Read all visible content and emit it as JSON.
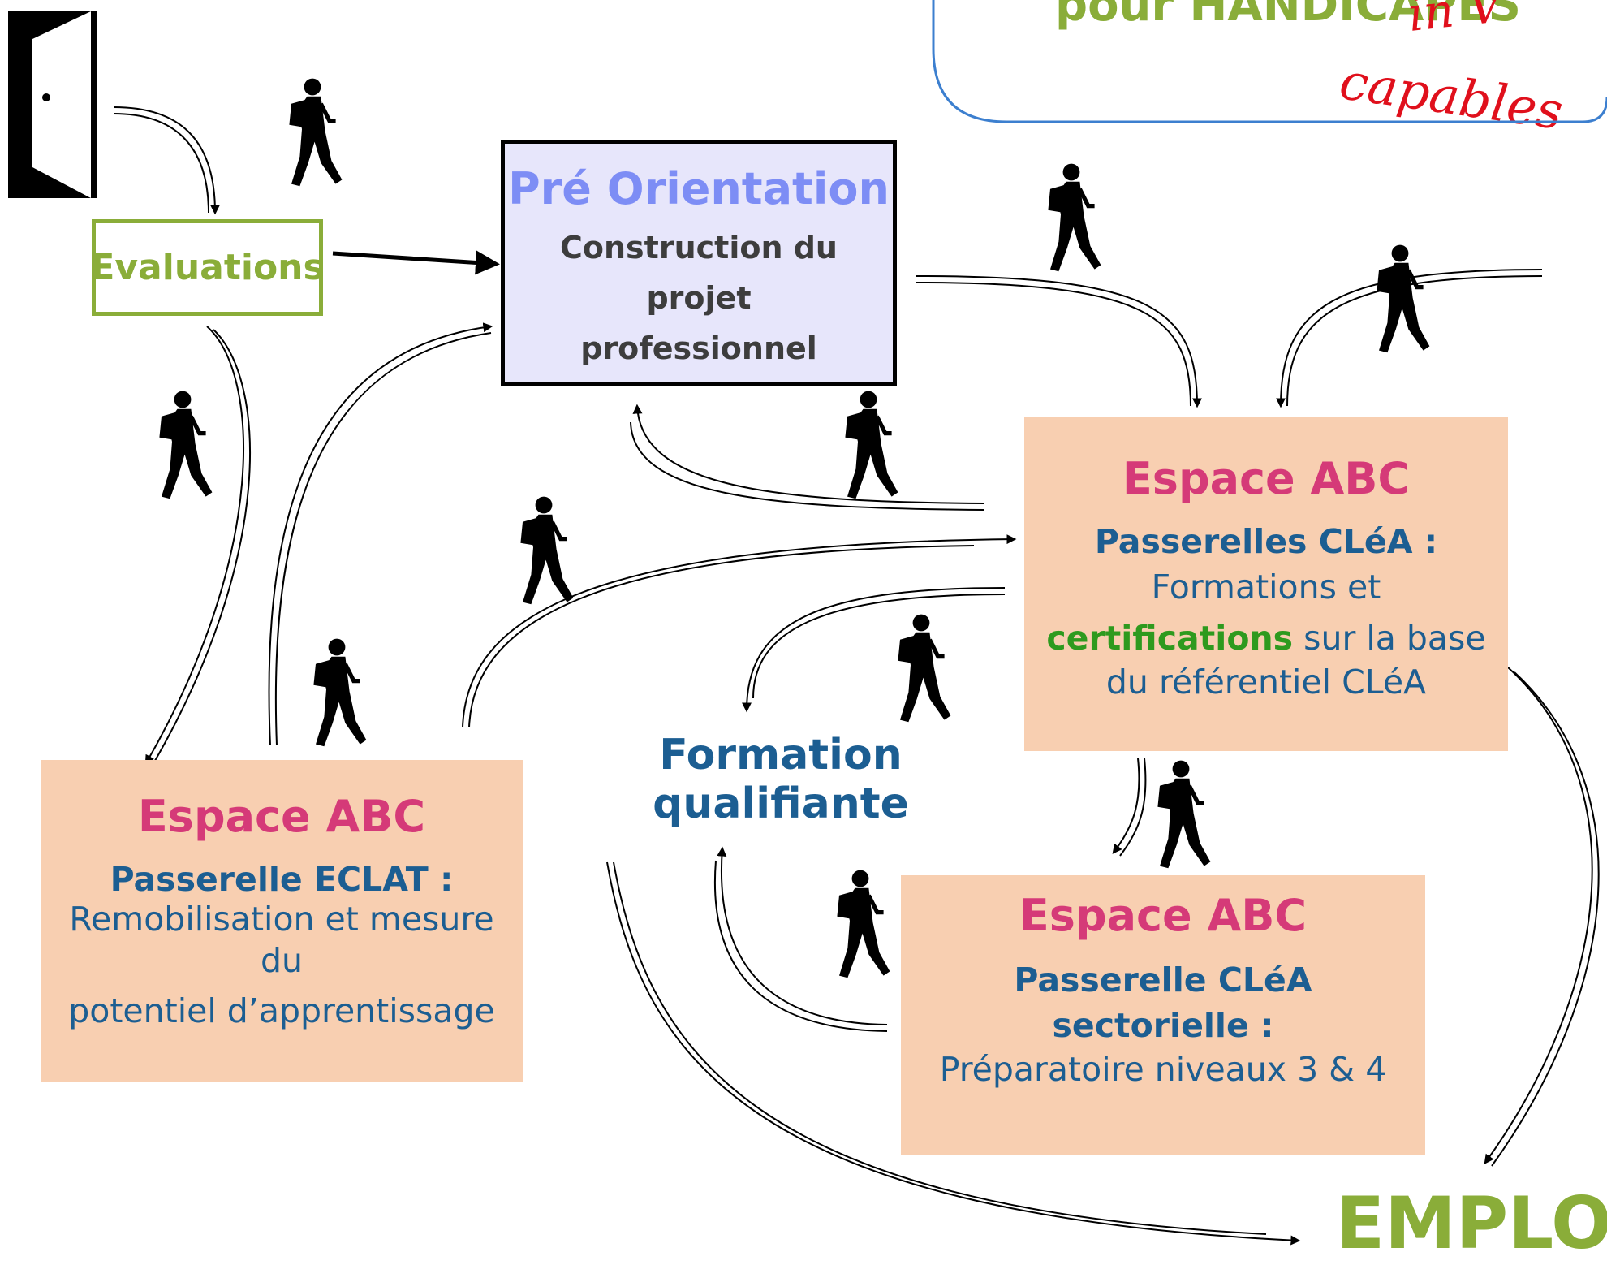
{
  "banner": {
    "title_partial": "pour HANDICAPÉS",
    "scribble": "in V",
    "capables": "capables"
  },
  "evaluations": {
    "label": "Evaluations"
  },
  "pre_orientation": {
    "title": "Pré Orientation",
    "line1": "Construction du projet",
    "line2": "professionnel"
  },
  "espace_clea": {
    "title": "Espace ABC",
    "subtitle": "Passerelles CLéA :",
    "line1": "Formations et",
    "line2_green": "certifications",
    "line2_rest": " sur la base",
    "line3": "du référentiel CLéA"
  },
  "espace_eclat": {
    "title": "Espace ABC",
    "subtitle": "Passerelle ECLAT :",
    "line1": "Remobilisation et mesure",
    "line2": "du",
    "line3": "potentiel d’apprentissage"
  },
  "espace_sectorielle": {
    "title": "Espace ABC",
    "subtitle1": "Passerelle CLéA",
    "subtitle2": "sectorielle :",
    "line1": "Préparatoire  niveaux 3 & 4"
  },
  "formation_qualifiante": {
    "label": "Formation qualifiante"
  },
  "emploi": {
    "label": "EMPLOI"
  },
  "colors": {
    "abc_fill": "#f8cfb1",
    "abc_title": "#d53a78",
    "abc_text": "#1c5e92",
    "green": "#8aad39",
    "pre_fill": "#e7e6fb",
    "pre_title": "#7d8df5",
    "banner_border": "#3c7fcf",
    "red": "#e0101c"
  },
  "icons": [
    "door-icon",
    "walking-person-icon"
  ]
}
